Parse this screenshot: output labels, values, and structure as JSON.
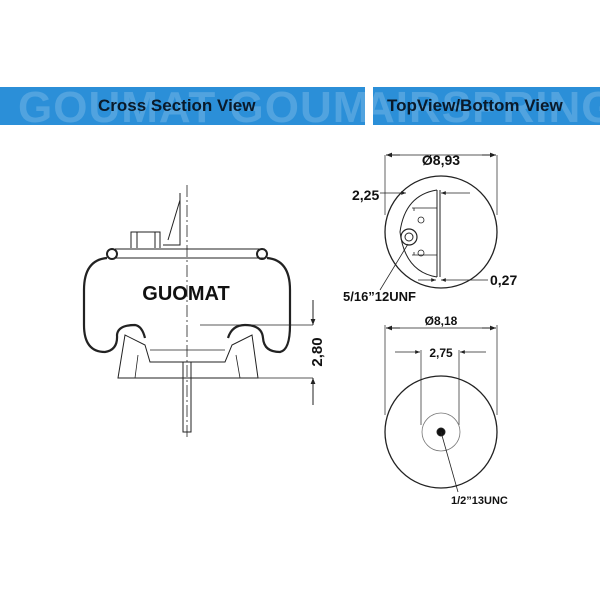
{
  "header": {
    "left_title": "Cross Section View",
    "right_title": "TopView/Bottom View",
    "watermark_left": "GOUMAT GOUMAT",
    "watermark_right": "AIRSPRING"
  },
  "cross_section": {
    "brand_label": "GUOMAT",
    "height_dim": "2,80"
  },
  "top_view": {
    "diameter": "Ø8,93",
    "offset": "2,25",
    "thickness": "0,27",
    "thread": "5/16”12UNF"
  },
  "bottom_view": {
    "diameter": "Ø8,18",
    "inner_diameter": "2,75",
    "thread": "1/2”13UNC"
  },
  "colors": {
    "header_bg": "#2b8fd8",
    "line": "#222222"
  }
}
